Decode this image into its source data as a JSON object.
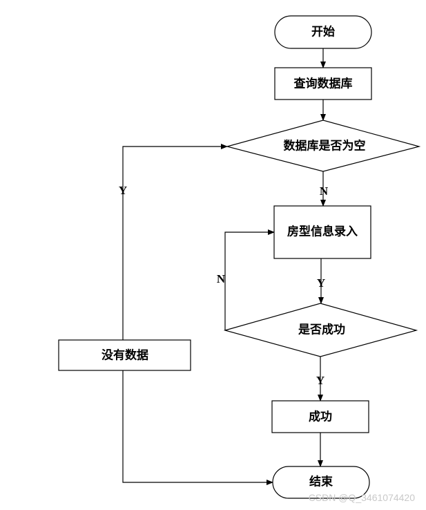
{
  "nodes": {
    "start": "开始",
    "query_db": "查询数据库",
    "db_empty": "数据库是否为空",
    "house_entry": "房型信息录入",
    "is_success": "是否成功",
    "success": "成功",
    "no_data": "没有数据",
    "end": "结束"
  },
  "edge_labels": {
    "db_empty_yes": "Y",
    "db_empty_no": "N",
    "entry_yes": "Y",
    "success_no": "N",
    "success_yes": "Y"
  },
  "watermark": "CSDN @Q_3461074420"
}
